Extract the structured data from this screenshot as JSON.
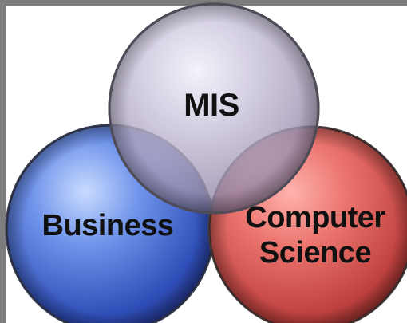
{
  "diagram": {
    "type": "venn",
    "circles": [
      {
        "id": "mis",
        "label": "MIS",
        "color": "#b2a8c6"
      },
      {
        "id": "business",
        "label": "Business",
        "color": "#3f61c8"
      },
      {
        "id": "computer_science",
        "label_line1": "Computer",
        "label_line2": "Science",
        "color": "#d2524f"
      }
    ],
    "colors": {
      "frame": "#7d7d7d",
      "background": "#ffffff",
      "outline": "#4a4a4a"
    }
  }
}
